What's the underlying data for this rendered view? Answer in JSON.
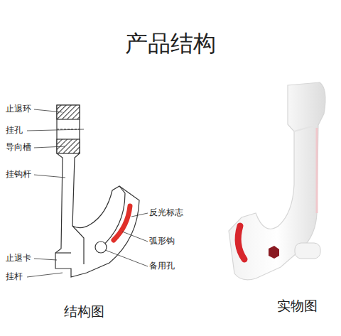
{
  "diagram": {
    "title": "产品结构",
    "labels": [
      "止退环",
      "挂孔",
      "导向槽",
      "挂钩杆",
      "止退卡",
      "挂杆",
      "反光标志",
      "弧形钩",
      "备用孔",
      "结构图",
      "实物图"
    ]
  }
}
